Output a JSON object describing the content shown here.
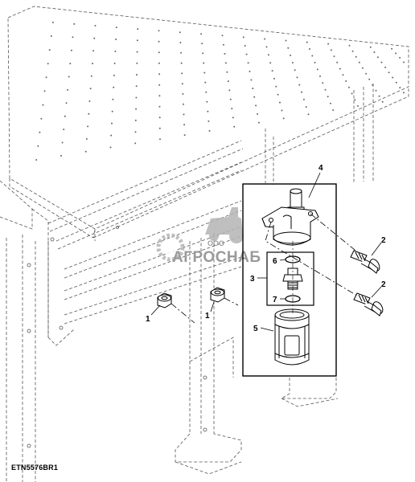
{
  "figure_id": "ETN5576BR1",
  "callouts": {
    "c1a": "1",
    "c1b": "1",
    "c2a": "2",
    "c2b": "2",
    "c3": "3",
    "c4": "4",
    "c5": "5",
    "c6": "6",
    "c7": "7"
  },
  "watermark": {
    "prefix": "ООО",
    "name": "АГРОСНАБ"
  }
}
